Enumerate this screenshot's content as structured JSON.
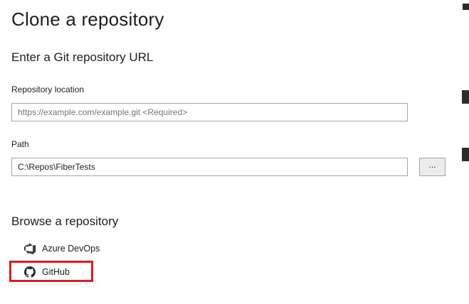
{
  "page": {
    "title": "Clone a repository"
  },
  "url_section": {
    "heading": "Enter a Git repository URL",
    "repository_location": {
      "label": "Repository location",
      "placeholder": "https://example.com/example.git <Required>",
      "value": ""
    },
    "path": {
      "label": "Path",
      "value": "C:\\Repos\\FiberTests"
    },
    "browse_button_label": "..."
  },
  "browse_section": {
    "heading": "Browse a repository",
    "items": [
      {
        "label": "Azure DevOps",
        "icon": "azure-devops-icon",
        "highlighted": false
      },
      {
        "label": "GitHub",
        "icon": "github-icon",
        "highlighted": true
      }
    ]
  },
  "colors": {
    "highlight_red": "#df1a21",
    "text_primary": "#1e1e1e",
    "placeholder_gray": "#767676",
    "input_border": "#a6a6a6",
    "button_bg": "#ececec",
    "icon_dark": "#24292e",
    "edge_dark": "#2b2b2b"
  }
}
